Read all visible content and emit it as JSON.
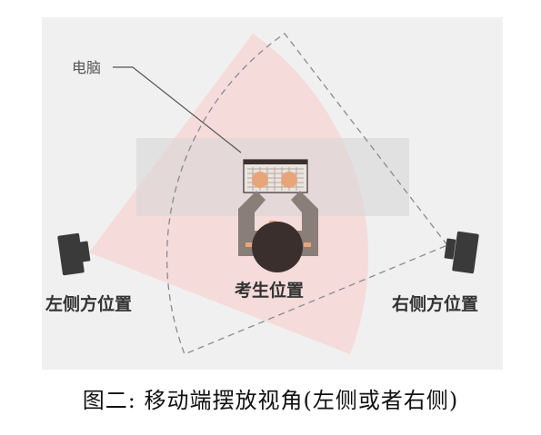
{
  "labels": {
    "computer": "电脑",
    "left_position": "左侧方位置",
    "examinee_position": "考生位置",
    "right_position": "右侧方位置"
  },
  "caption": "图二: 移动端摆放视角(左侧或者右侧)",
  "colors": {
    "panel": "#f0f0f0",
    "view_cone": "#f6d8d8",
    "desk_band": "#e2e2e2",
    "person_head": "#3b2f2e",
    "person_body": "#8a7e78",
    "hands": "#e8a57a",
    "camera": "#3a3a3a",
    "dashed_cone": "#8a8a8a"
  },
  "icons": {
    "left_device": "camera-icon",
    "right_device": "camera-icon",
    "examinee": "person-topdown-icon",
    "computer": "laptop-icon"
  }
}
